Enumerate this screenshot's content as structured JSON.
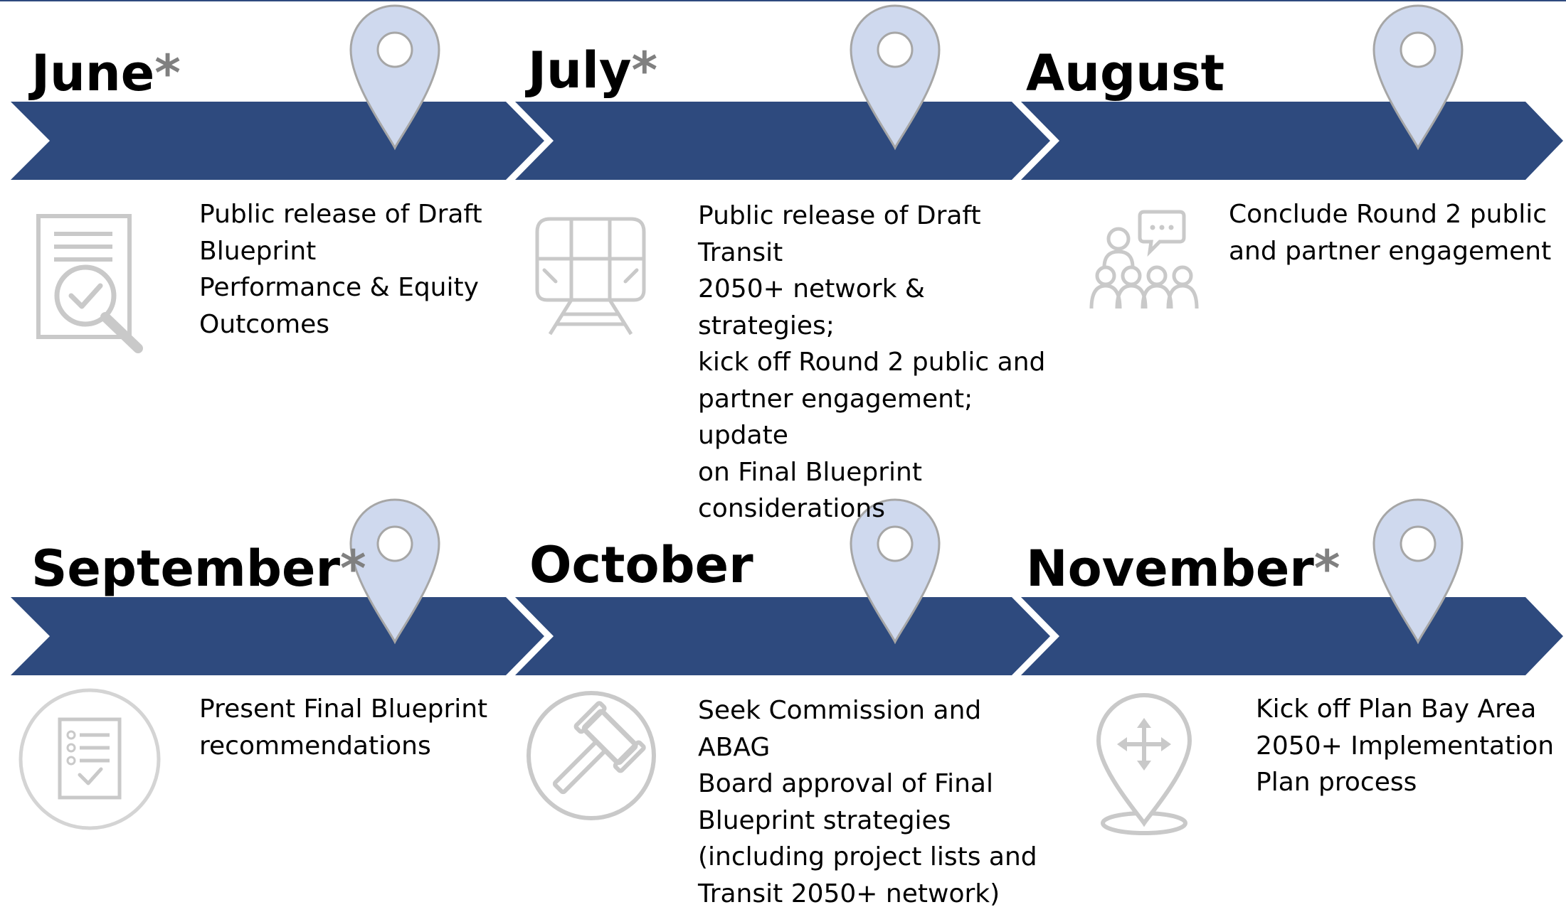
{
  "colors": {
    "band": "#2e4a7e",
    "pin_fill": "#cfd9ee",
    "pin_stroke": "#a6a6a6",
    "icon_gray": "#c9c9c9",
    "asterisk": "#808080"
  },
  "rows": [
    {
      "items": [
        {
          "month": "June",
          "star": "*",
          "icon": "document-magnifier-check-icon",
          "lines": [
            "Public release of Draft",
            "Blueprint",
            "Performance & Equity",
            "Outcomes"
          ]
        },
        {
          "month": "July",
          "star": "*",
          "icon": "train-icon",
          "lines": [
            "Public release of Draft Transit",
            "2050+ network & strategies;",
            "kick off Round 2 public and",
            "partner engagement; update",
            "on Final Blueprint",
            "considerations"
          ]
        },
        {
          "month": "August",
          "star": "",
          "icon": "audience-speech-bubble-icon",
          "lines": [
            "Conclude Round 2 public",
            "and partner engagement"
          ]
        }
      ]
    },
    {
      "items": [
        {
          "month": "September",
          "star": "*",
          "icon": "checklist-circle-icon",
          "lines": [
            "Present Final Blueprint",
            "recommendations"
          ]
        },
        {
          "month": "October",
          "star": "",
          "icon": "gavel-circle-icon",
          "lines": [
            "Seek Commission and ABAG",
            "Board approval of Final",
            "Blueprint strategies",
            "(including project lists and",
            "Transit 2050+ network)"
          ]
        },
        {
          "month": "November",
          "star": "*",
          "icon": "map-pin-move-icon",
          "lines": [
            "Kick off Plan Bay Area",
            "2050+ Implementation",
            "Plan process"
          ]
        }
      ]
    }
  ]
}
